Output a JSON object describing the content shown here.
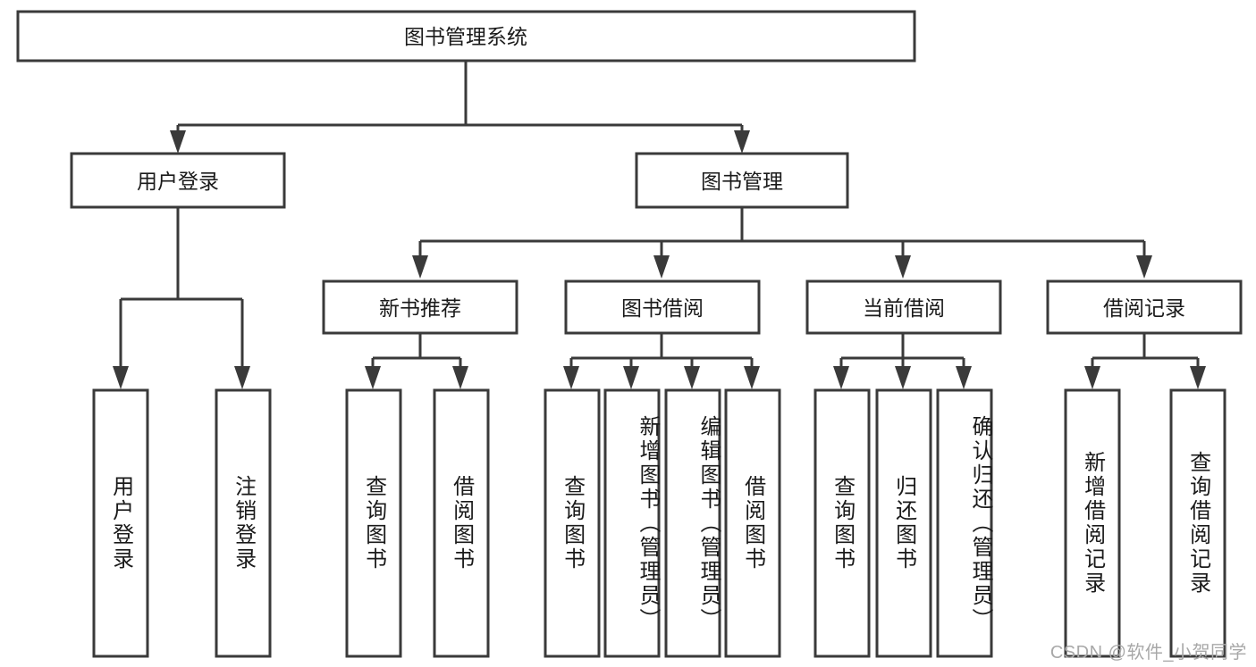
{
  "diagram": {
    "type": "tree-hierarchy",
    "title": "图书管理系统",
    "orientation": "top-down",
    "root": {
      "id": "root",
      "label": "图书管理系统"
    },
    "level2": [
      {
        "id": "user-login",
        "label": "用户登录"
      },
      {
        "id": "book-manage",
        "label": "图书管理"
      }
    ],
    "level3": [
      {
        "id": "new-book-rec",
        "label": "新书推荐",
        "parent": "book-manage"
      },
      {
        "id": "book-borrow",
        "label": "图书借阅",
        "parent": "book-manage"
      },
      {
        "id": "current-borrow",
        "label": "当前借阅",
        "parent": "book-manage"
      },
      {
        "id": "borrow-record",
        "label": "借阅记录",
        "parent": "book-manage"
      }
    ],
    "leaves": [
      {
        "id": "leaf-user-login",
        "label": "用户登录",
        "parent": "user-login"
      },
      {
        "id": "leaf-user-logout",
        "label": "注销登录",
        "parent": "user-login"
      },
      {
        "id": "leaf-query-book-1",
        "label": "查询图书",
        "parent": "new-book-rec"
      },
      {
        "id": "leaf-borrow-book-1",
        "label": "借阅图书",
        "parent": "new-book-rec"
      },
      {
        "id": "leaf-query-book-2",
        "label": "查询图书",
        "parent": "book-borrow"
      },
      {
        "id": "leaf-add-book",
        "label": "新增图书（管理员）",
        "parent": "book-borrow"
      },
      {
        "id": "leaf-edit-book",
        "label": "编辑图书（管理员）",
        "parent": "book-borrow"
      },
      {
        "id": "leaf-borrow-book-2",
        "label": "借阅图书",
        "parent": "book-borrow"
      },
      {
        "id": "leaf-query-book-3",
        "label": "查询图书",
        "parent": "current-borrow"
      },
      {
        "id": "leaf-return-book",
        "label": "归还图书",
        "parent": "current-borrow"
      },
      {
        "id": "leaf-confirm-return",
        "label": "确认归还（管理员）",
        "parent": "current-borrow"
      },
      {
        "id": "leaf-add-record",
        "label": "新增借阅记录",
        "parent": "borrow-record"
      },
      {
        "id": "leaf-query-record",
        "label": "查询借阅记录",
        "parent": "borrow-record"
      }
    ],
    "colors": {
      "stroke": "#3a3a3a",
      "fill": "#ffffff",
      "text": "#1a1a1a",
      "watermark": "#a8a8a8"
    }
  },
  "watermark": {
    "text": "CSDN @软件_小贺同学"
  }
}
